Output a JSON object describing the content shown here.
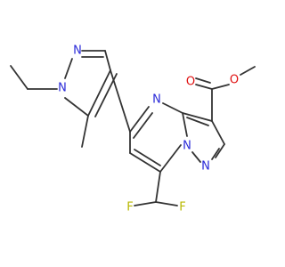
{
  "molecule": {
    "atoms": [
      {
        "id": "N_pz1",
        "symbol": "N",
        "color": "#2a2ad8"
      },
      {
        "id": "N_pz2",
        "symbol": "N",
        "color": "#2a2ad8"
      },
      {
        "id": "N_pm",
        "symbol": "N",
        "color": "#2a2ad8"
      },
      {
        "id": "N_bridge",
        "symbol": "N",
        "color": "#2a2ad8"
      },
      {
        "id": "N_fused",
        "symbol": "N",
        "color": "#2a2ad8"
      },
      {
        "id": "O_carbonyl",
        "symbol": "O",
        "color": "#e01010"
      },
      {
        "id": "O_ester",
        "symbol": "O",
        "color": "#e01010"
      },
      {
        "id": "F_left",
        "symbol": "F",
        "color": "#b8b800"
      },
      {
        "id": "F_right",
        "symbol": "F",
        "color": "#b8b800"
      }
    ]
  }
}
